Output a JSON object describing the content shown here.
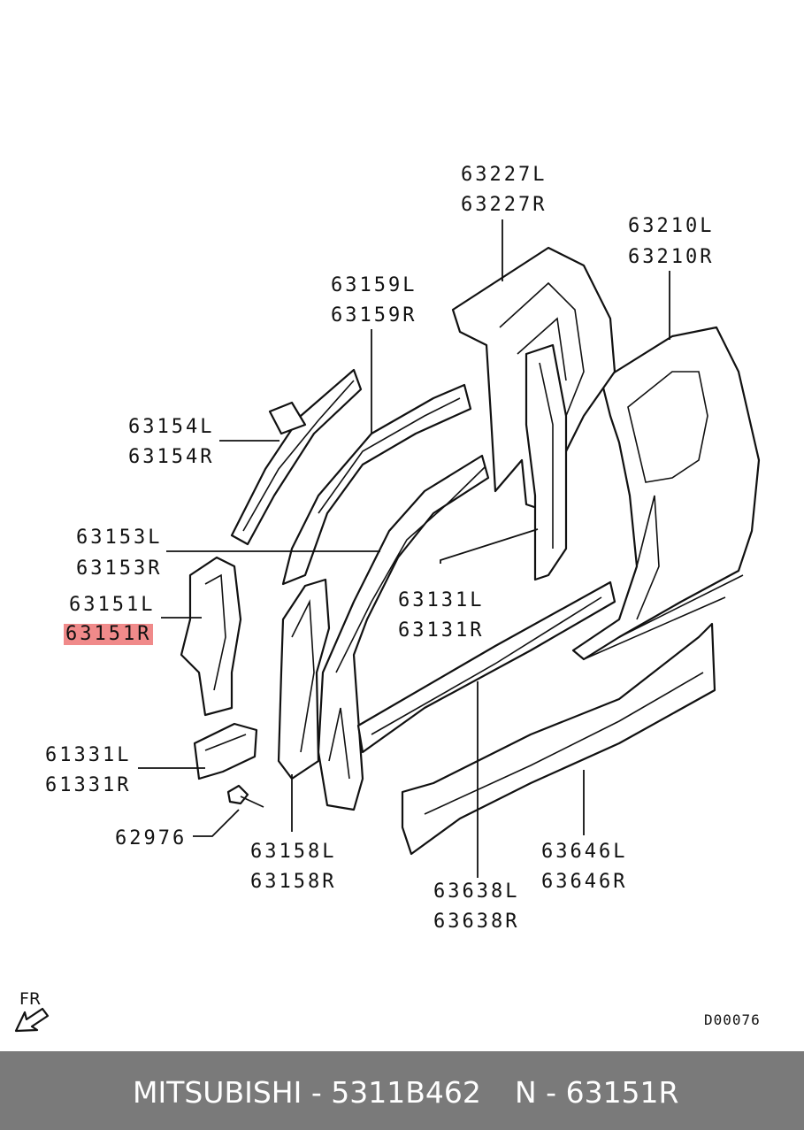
{
  "labels": [
    {
      "id": "63227",
      "l": "63227L",
      "r": "63227R"
    },
    {
      "id": "63210",
      "l": "63210L",
      "r": "63210R"
    },
    {
      "id": "63159",
      "l": "63159L",
      "r": "63159R"
    },
    {
      "id": "63154",
      "l": "63154L",
      "r": "63154R"
    },
    {
      "id": "63153",
      "l": "63153L",
      "r": "63153R"
    },
    {
      "id": "63151",
      "l": "63151L",
      "r": "63151R",
      "highlighted": "63151R"
    },
    {
      "id": "63131",
      "l": "63131L",
      "r": "63131R"
    },
    {
      "id": "61331",
      "l": "61331L",
      "r": "61331R"
    },
    {
      "id": "62976",
      "single": "62976"
    },
    {
      "id": "63158",
      "l": "63158L",
      "r": "63158R"
    },
    {
      "id": "63638",
      "l": "63638L",
      "r": "63638R"
    },
    {
      "id": "63646",
      "l": "63646L",
      "r": "63646R"
    }
  ],
  "direction_label": "FR",
  "diagram_code": "D00076",
  "footer": {
    "brand": "MITSUBISHI - 5311B462",
    "part": "N - 63151R"
  },
  "colors": {
    "highlight": "#f08a8a",
    "footer_bg": "#7a7a7a",
    "footer_text": "#ffffff"
  }
}
